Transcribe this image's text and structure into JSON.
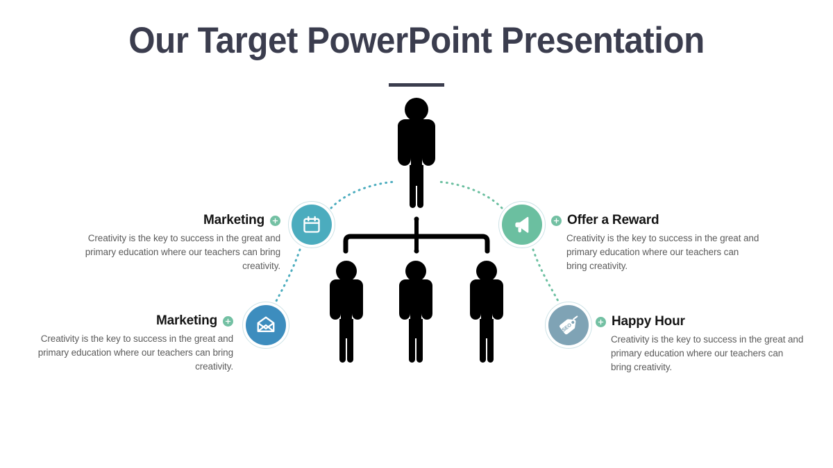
{
  "slide": {
    "title": "Our Target PowerPoint Presentation",
    "background_color": "#ffffff",
    "title_color": "#3b3d4e",
    "divider_color": "#3b3d4e"
  },
  "items": [
    {
      "id": "marketing-calendar",
      "side": "left",
      "title": "Marketing",
      "body": "Creativity is the key to success in the great and primary education where our teachers can bring creativity.",
      "icon": "calendar-icon",
      "icon_color": "#4bacbe",
      "plus_icon": "plus-circle-icon",
      "plus_color": "#73c0a3"
    },
    {
      "id": "marketing-email",
      "side": "left",
      "title": "Marketing",
      "body": "Creativity is the key to success in the great and primary education where our teachers can bring creativity.",
      "icon": "envelope-icon",
      "icon_color": "#3d8dbe",
      "plus_icon": "plus-circle-icon",
      "plus_color": "#73c0a3"
    },
    {
      "id": "offer-a-reward",
      "side": "right",
      "title": "Offer a Reward",
      "body": "Creativity is the key to success in the great and primary education where our teachers can bring creativity.",
      "icon": "megaphone-icon",
      "icon_color": "#6bbfa0",
      "plus_icon": "plus-circle-icon",
      "plus_color": "#73c0a3"
    },
    {
      "id": "happy-hour",
      "side": "right",
      "title": "Happy Hour",
      "body": "Creativity is the key to success in the great and primary education where our teachers can bring creativity.",
      "icon": "seo-tag-icon",
      "icon_label": "SEO",
      "icon_color": "#7fa3b5",
      "plus_icon": "plus-circle-icon",
      "plus_color": "#73c0a3"
    }
  ],
  "diagram": {
    "leader_figure": "person-silhouette",
    "team_figures": [
      "person-silhouette",
      "person-silhouette",
      "person-silhouette"
    ],
    "figure_color": "#000000",
    "bracket_color": "#000000",
    "connector_style": "dotted",
    "connector_color_left": "#4bacbe",
    "connector_color_right": "#6bbfa0"
  }
}
